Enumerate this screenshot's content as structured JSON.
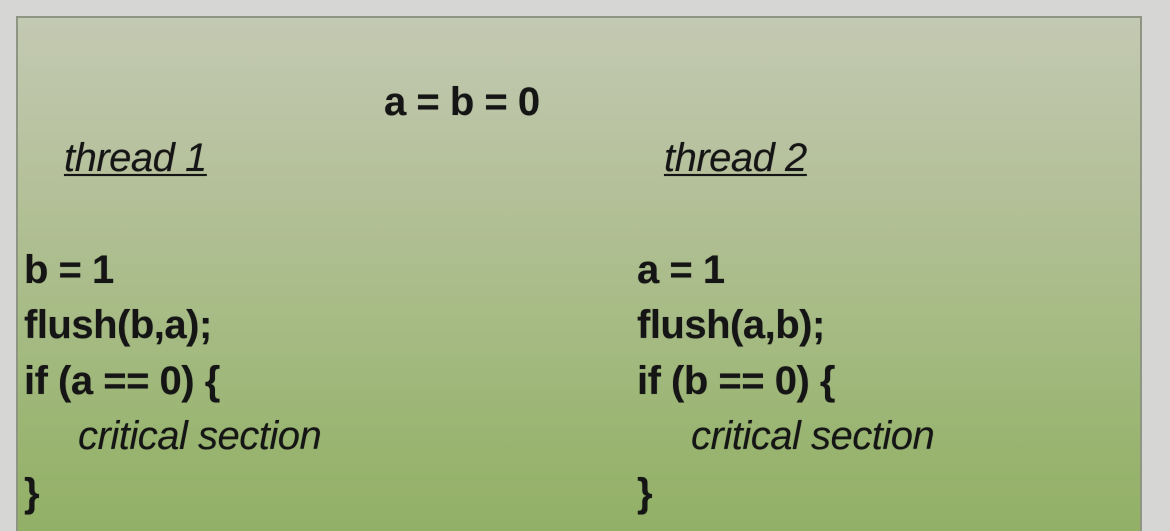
{
  "slide": {
    "init": "a = b = 0",
    "threads": [
      {
        "header": "thread 1",
        "lines": [
          "b = 1",
          "flush(b,a);",
          "if (a == 0) {",
          "critical section",
          "}"
        ]
      },
      {
        "header": "thread 2",
        "lines": [
          "a = 1",
          "flush(a,b);",
          "if (b == 0) {",
          "critical section",
          "}"
        ]
      }
    ]
  }
}
